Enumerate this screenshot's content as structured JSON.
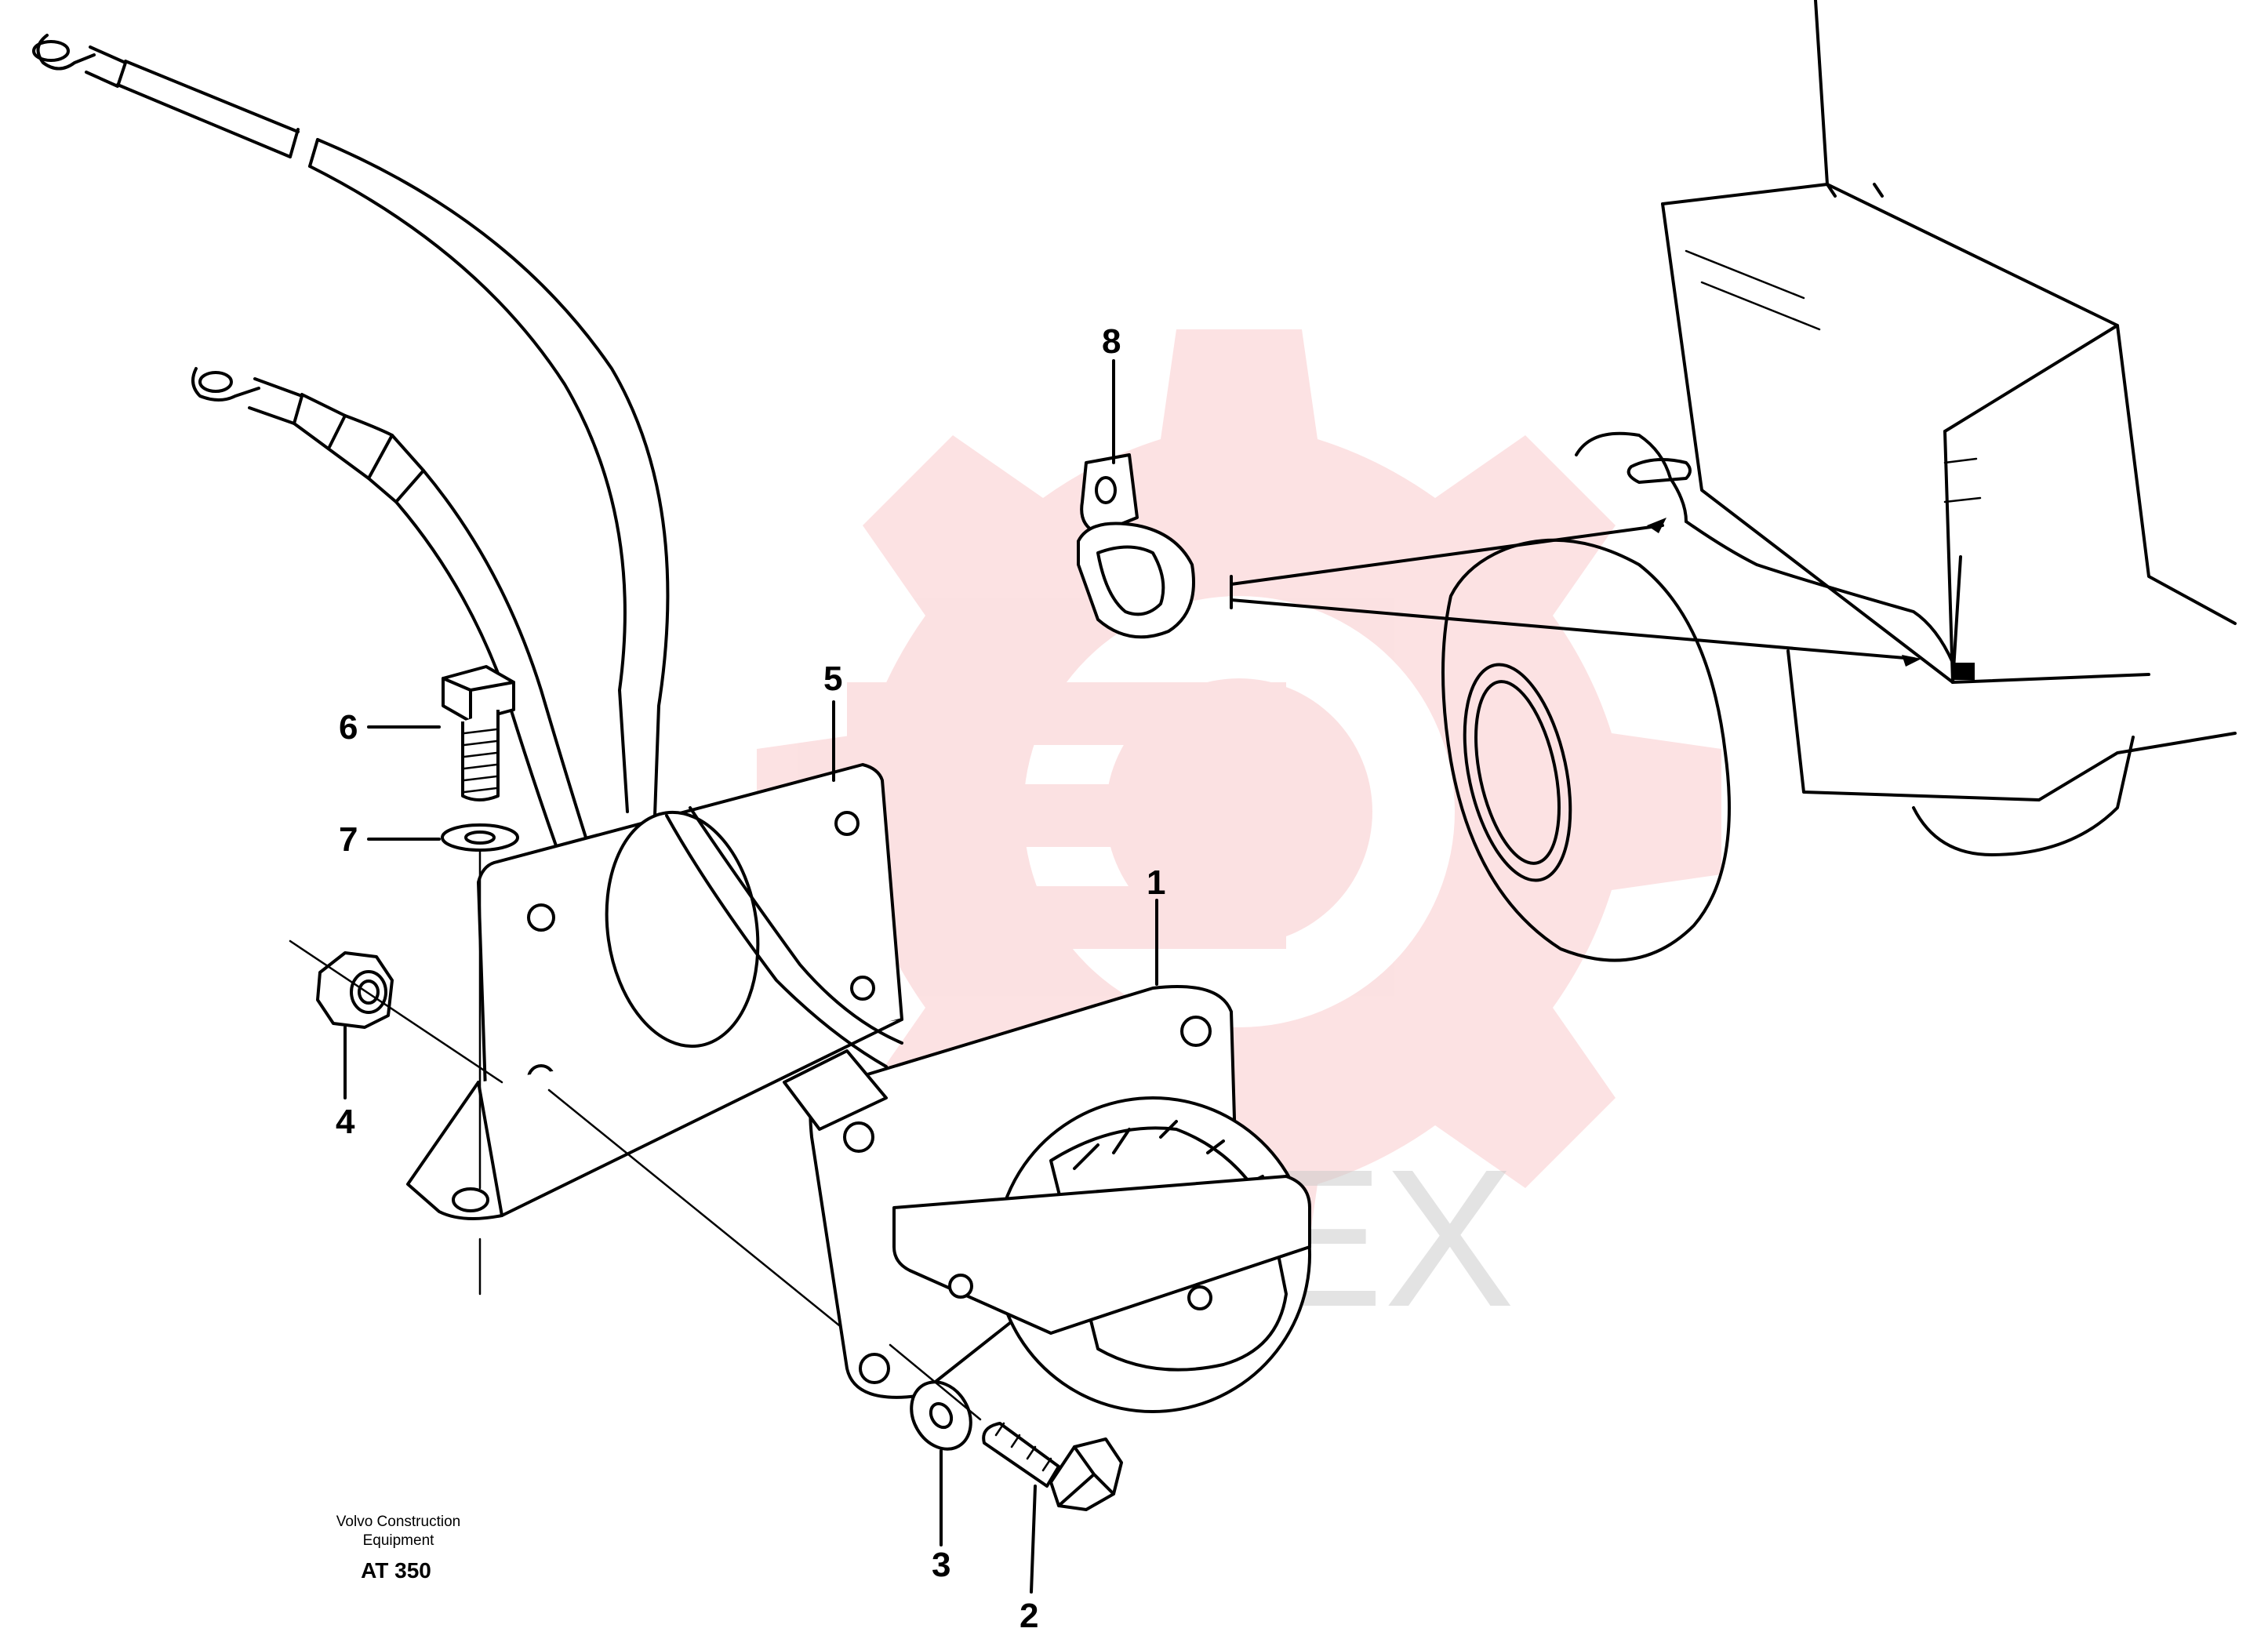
{
  "diagram": {
    "callouts": [
      {
        "id": "1",
        "label": "1"
      },
      {
        "id": "2",
        "label": "2"
      },
      {
        "id": "3",
        "label": "3"
      },
      {
        "id": "4",
        "label": "4"
      },
      {
        "id": "5",
        "label": "5"
      },
      {
        "id": "6",
        "label": "6"
      },
      {
        "id": "7",
        "label": "7"
      },
      {
        "id": "8",
        "label": "8"
      }
    ],
    "caption": {
      "line1": "Volvo Construction",
      "line2": "Equipment",
      "code": "AT 350"
    },
    "watermark": {
      "text": "ИНТЕХ",
      "color": "#e8202a"
    }
  }
}
